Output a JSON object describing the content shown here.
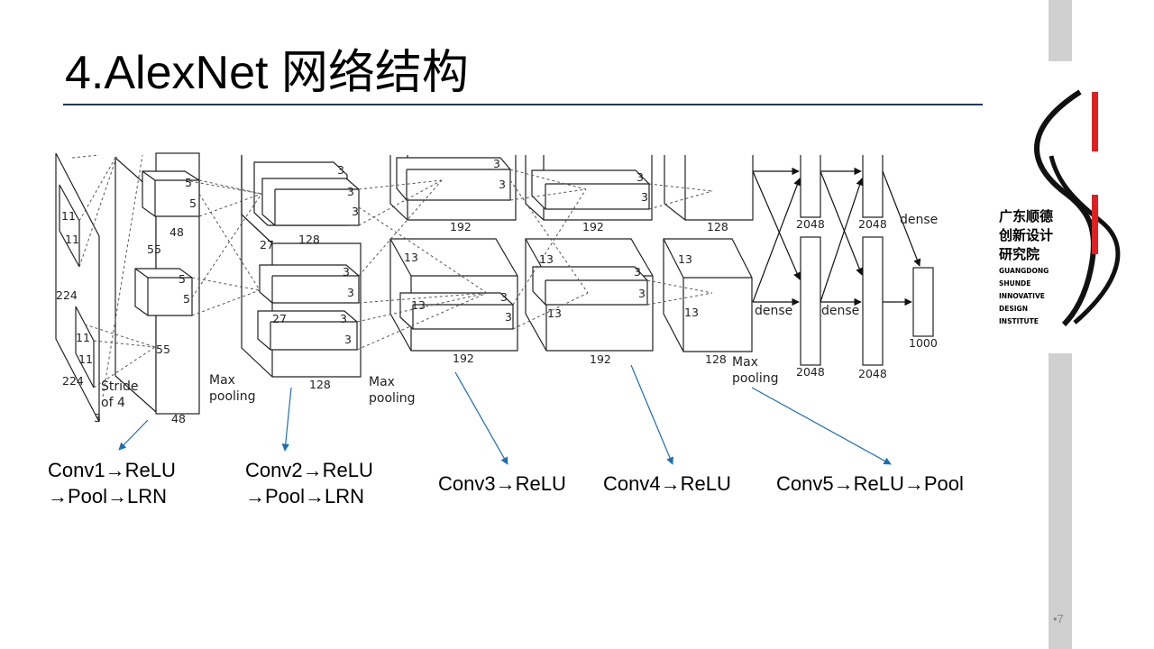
{
  "slide": {
    "title": "4.AlexNet 网络结构",
    "page_number": "•7"
  },
  "logo": {
    "cn_lines": [
      "广东顺德",
      "创新设计",
      "研究院"
    ],
    "en_lines": [
      "GUANGDONG",
      "SHUNDE",
      "INNOVATIVE",
      "DESIGN",
      "INSTITUTE"
    ],
    "accent_color": "#e02020"
  },
  "layer_labels": [
    {
      "line1": "Conv1→ReLU",
      "line2": "→Pool→LRN"
    },
    {
      "line1": "Conv2→ReLU",
      "line2": "→Pool→LRN"
    },
    {
      "line1": "Conv3→ReLU",
      "line2": ""
    },
    {
      "line1": "Conv4→ReLU",
      "line2": ""
    },
    {
      "line1": "Conv5→ReLU→Pool",
      "line2": ""
    }
  ],
  "figure": {
    "input": {
      "h": "224",
      "w": "224",
      "c": "3",
      "k1": "11",
      "k2": "11",
      "k3": "11",
      "k4": "11",
      "stride1": "Stride",
      "stride2": "of 4"
    },
    "conv1": {
      "top_depth": "48",
      "bot_depth": "48",
      "size": "55",
      "size2": "55",
      "kt1": "5",
      "kt2": "5",
      "kb1": "5",
      "kb2": "5"
    },
    "pool1": {
      "line1": "Max",
      "line2": "pooling"
    },
    "conv2": {
      "top_depth": "128",
      "bot_depth": "128",
      "size": "27",
      "size2": "27",
      "k": "3"
    },
    "pool2": {
      "line1": "Max",
      "line2": "pooling"
    },
    "conv3": {
      "top_depth": "192",
      "bot_depth": "192",
      "size": "13",
      "size2": "13",
      "k": "3"
    },
    "conv4": {
      "top_depth": "192",
      "bot_depth": "192",
      "size": "13",
      "size2": "13",
      "k": "3"
    },
    "conv5": {
      "top_depth": "128",
      "bot_depth": "128",
      "size": "13",
      "size2": "13"
    },
    "pool3": {
      "line1": "Max",
      "line2": "pooling"
    },
    "fc": {
      "n1": "2048",
      "n2": "2048",
      "n3": "2048",
      "n4": "2048",
      "out": "1000"
    },
    "dense": "dense",
    "arrow_color": "#1a6fb5"
  }
}
